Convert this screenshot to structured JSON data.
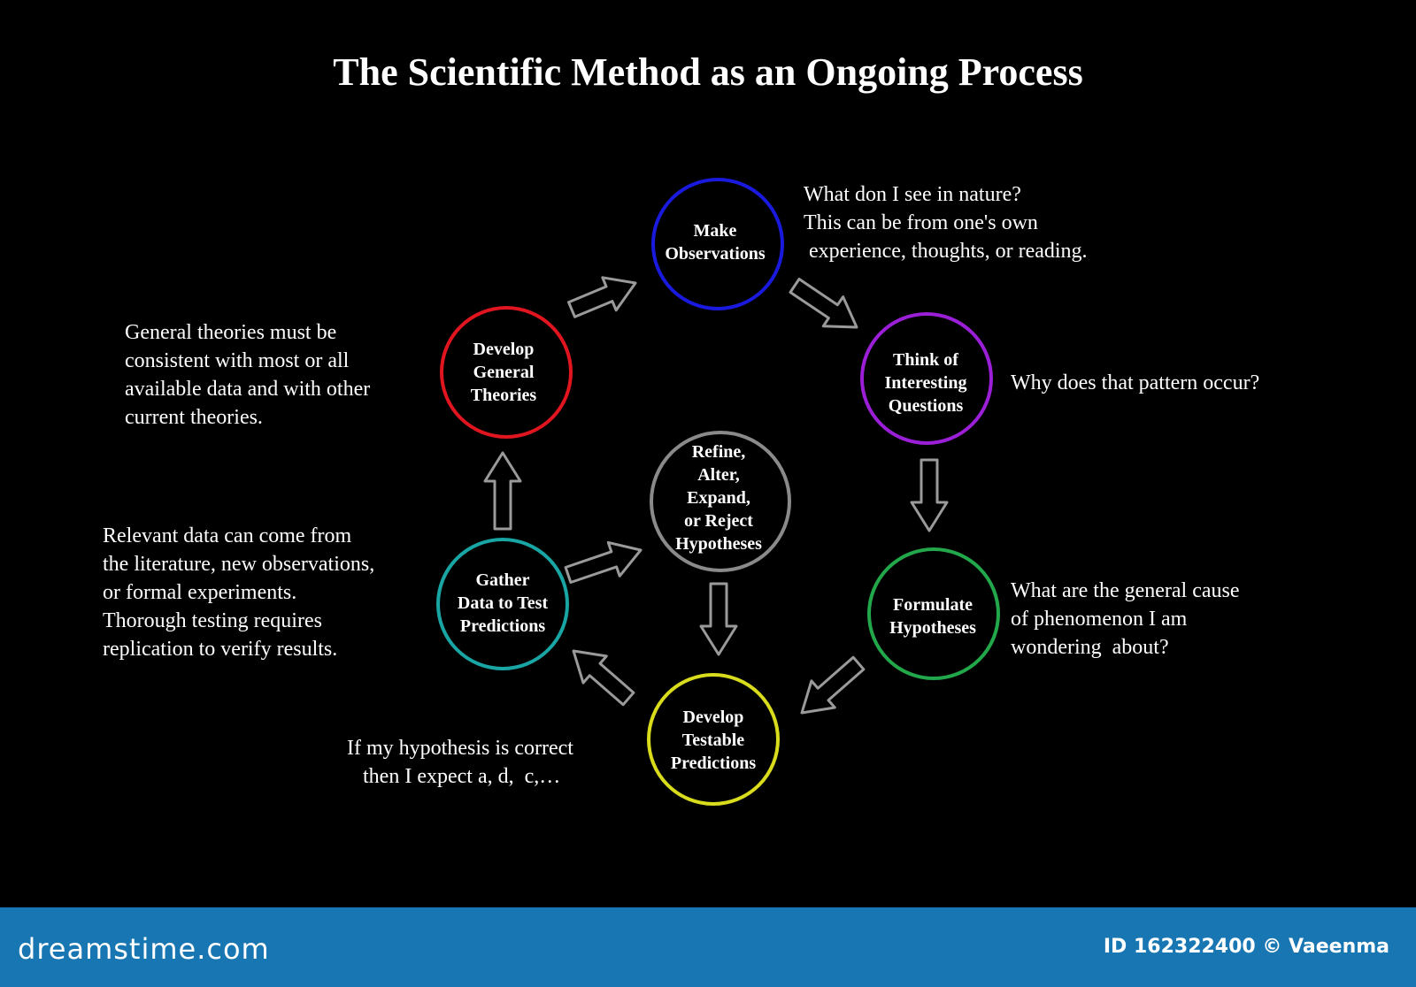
{
  "title": "The Scientific Method as an Ongoing Process",
  "nodes": {
    "make_observations": {
      "label": "Make\nObservations",
      "color": "#1a1adf"
    },
    "think_questions": {
      "label": "Think of\nInteresting\nQuestions",
      "color": "#9b1fd6"
    },
    "formulate_hypotheses": {
      "label": "Formulate\nHypotheses",
      "color": "#22a84a"
    },
    "develop_predictions": {
      "label": "Develop\nTestable\nPredictions",
      "color": "#d8dc1c"
    },
    "gather_data": {
      "label": "Gather\nData to Test\nPredictions",
      "color": "#1aa5a5"
    },
    "develop_theories": {
      "label": "Develop\nGeneral\nTheories",
      "color": "#e0151f"
    },
    "refine_hypotheses": {
      "label": "Refine,\nAlter,\nExpand,\nor Reject\nHypotheses",
      "color": "#8a8a8a"
    }
  },
  "descriptions": {
    "observations": "What don I see in nature?\nThis can be from one's own\n experience, thoughts, or reading.",
    "questions": "Why does that pattern occur?",
    "hypotheses": "What are the general cause\nof phenomenon I am\nwondering  about?",
    "predictions": "If my hypothesis is correct\n   then I expect a, d,  c,…",
    "data": "Relevant data can come from\nthe literature, new observations,\nor formal experiments.\nThorough testing requires\nreplication to verify results.",
    "theories": "General theories must be\nconsistent with most or all\navailable data and with other\ncurrent theories."
  },
  "arrow_color": "#9a9a9a",
  "footer": {
    "brand": "dreamstime.com",
    "credit": "ID 162322400 © Vaeenma",
    "background": "#1877b3"
  }
}
